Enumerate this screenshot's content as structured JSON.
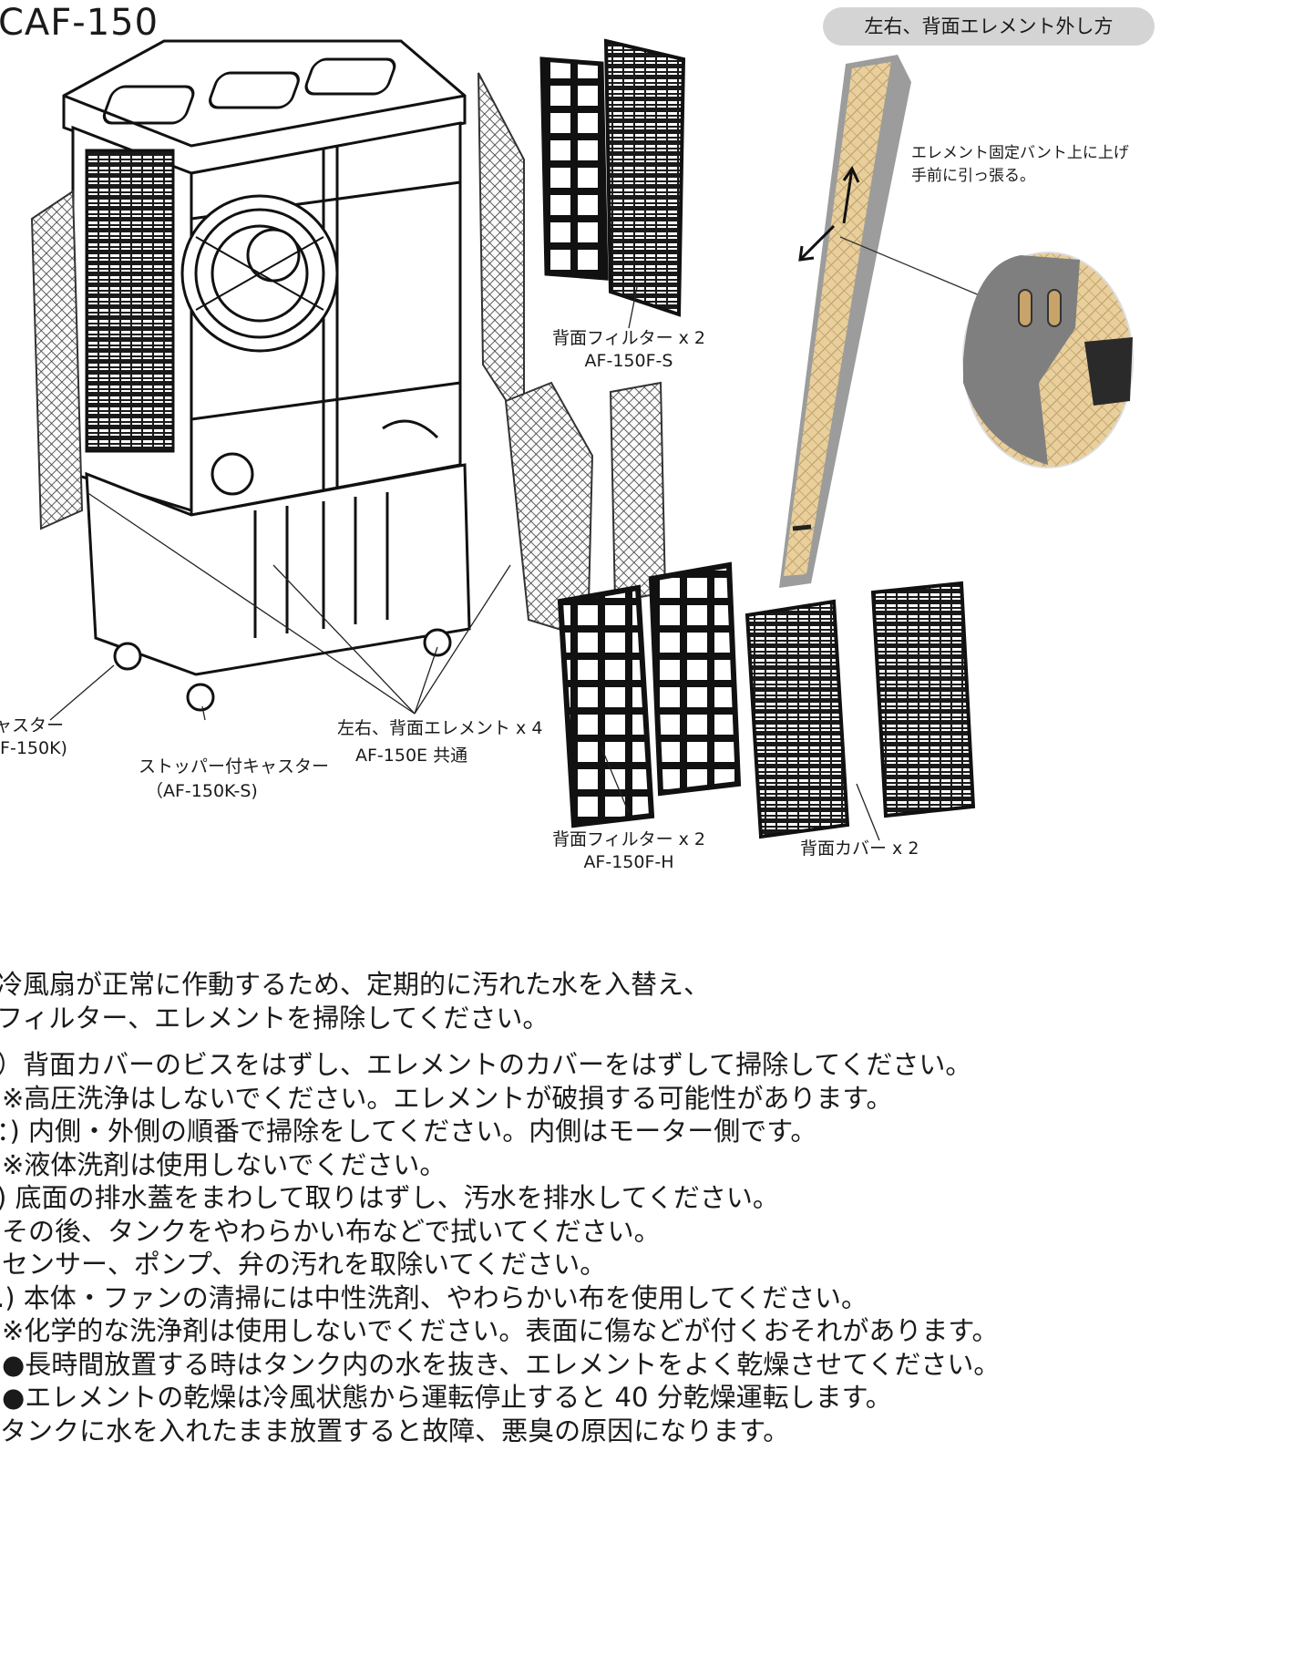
{
  "header": {
    "model": "CAF-150",
    "removal_title": "左右、背面エレメント外し方"
  },
  "removal_note": [
    "エレメント固定バント上に上げ",
    "手前に引っ張る。"
  ],
  "parts": {
    "caster": {
      "name": "ャスター",
      "code": ".F-150K)"
    },
    "stopper_caster": {
      "name": "ストッパー付キャスター",
      "code": "（AF-150K-S)"
    },
    "element": {
      "name": "左右、背面エレメント x 4",
      "code": "AF-150E 共通"
    },
    "filter_s": {
      "name": "背面フィルター x 2",
      "code": "AF-150F-S"
    },
    "filter_h": {
      "name": "背面フィルター x 2",
      "code": "AF-150F-H"
    },
    "cover": {
      "name": "背面カバー x 2"
    }
  },
  "instructions": {
    "intro": [
      "冷風扇が正常に作動するため、定期的に汚れた水を入替え、",
      "フィルター、エレメントを掃除してください。"
    ],
    "steps": [
      "）背面カバーのビスをはずし、エレメントのカバーをはずして掃除してください。",
      "※高圧洗浄はしないでください。エレメントが破損する可能性があります。",
      "：) 内側・外側の順番で掃除をしてください。内側はモーター側です。",
      "※液体洗剤は使用しないでください。",
      ") 底面の排水蓋をまわして取りはずし、汚水を排水してください。",
      "その後、タンクをやわらかい布などで拭いてください。",
      "センサー、ポンプ、弁の汚れを取除いてください。",
      ".) 本体・ファンの清掃には中性洗剤、やわらかい布を使用してください。",
      "※化学的な洗浄剤は使用しないでください。表面に傷などが付くおそれがあります。",
      "●長時間放置する時はタンク内の水を抜き、エレメントをよく乾燥させてください。",
      "●エレメントの乾燥は冷風状態から運転停止すると 40 分乾燥運転します。",
      "タンクに水を入れたまま放置すると故障、悪臭の原因になります。"
    ]
  }
}
